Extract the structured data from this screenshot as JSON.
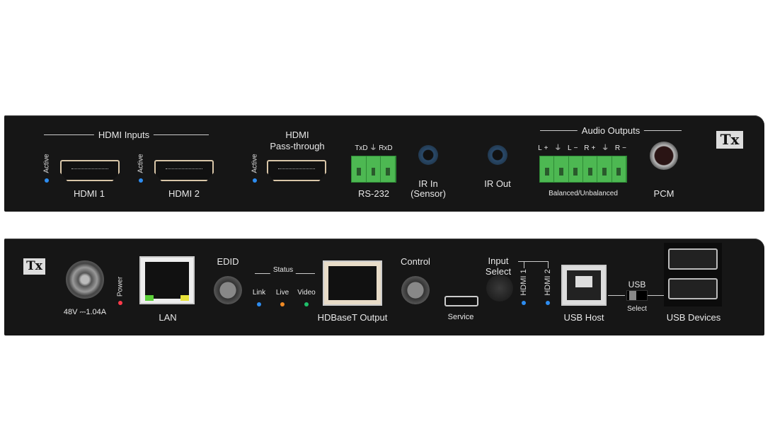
{
  "front_panel": {
    "hdmi_inputs_title": "HDMI Inputs",
    "active_label": "Active",
    "hdmi1_label": "HDMI 1",
    "hdmi2_label": "HDMI 2",
    "passthrough_line1": "HDMI",
    "passthrough_line2": "Pass-through",
    "rs232_pins": "TxD ⏚ RxD",
    "rs232_label": "RS-232",
    "ir_in_line1": "IR In",
    "ir_in_line2": "(Sensor)",
    "ir_out_label": "IR Out",
    "audio_outputs_title": "Audio Outputs",
    "audio_pins": "L+ ⏚ L− R+ ⏚ R−",
    "audio_sub": "Balanced/Unbalanced",
    "pcm_label": "PCM",
    "logo": "Tx"
  },
  "back_panel": {
    "logo": "Tx",
    "power_label": "Power",
    "power_rating": "48V ⎓1.04A",
    "lan_label": "LAN",
    "edid_label": "EDID",
    "status_title": "Status",
    "status_leds": [
      "Link",
      "Live",
      "Video"
    ],
    "hdbaset_label": "HDBaseT Output",
    "control_label": "Control",
    "service_label": "Service",
    "input_select_line1": "Input",
    "input_select_line2": "Select",
    "hdmi1_led": "HDMI 1",
    "hdmi2_led": "HDMI 2",
    "usb_host_label": "USB Host",
    "usb_switch_top": "USB",
    "usb_switch_bottom": "Select",
    "usb_devices_label": "USB Devices"
  },
  "colors": {
    "panel": "#161616",
    "led_blue": "#2d8cf0",
    "led_orange": "#f08a24",
    "led_green": "#1fbf6a",
    "led_red": "#ff3a4a",
    "terminal_green": "#4db852"
  }
}
